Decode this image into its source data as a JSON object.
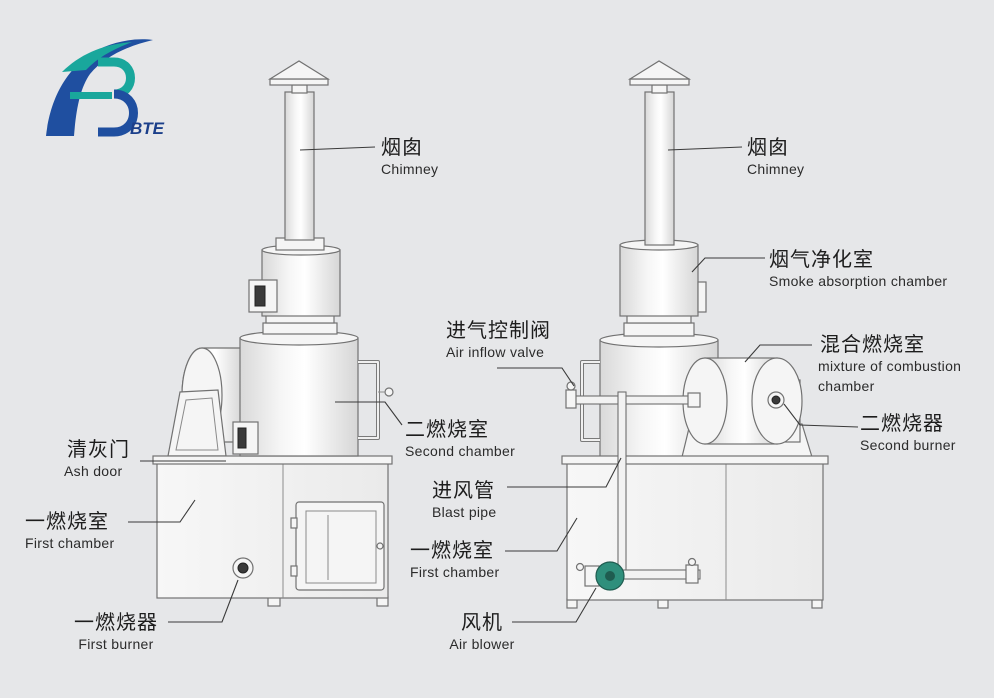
{
  "logo": {
    "text": "BTE"
  },
  "left_unit": {
    "chimney": {
      "zh": "烟囱",
      "en": "Chimney"
    },
    "second_chamber": {
      "zh": "二燃烧室",
      "en": "Second chamber"
    },
    "ash_door": {
      "zh": "清灰门",
      "en": "Ash door"
    },
    "first_chamber": {
      "zh": "一燃烧室",
      "en": "First chamber"
    },
    "first_burner": {
      "zh": "一燃烧器",
      "en": "First burner"
    }
  },
  "right_unit": {
    "chimney": {
      "zh": "烟囱",
      "en": "Chimney"
    },
    "smoke_absorption_chamber": {
      "zh": "烟气净化室",
      "en": "Smoke absorption chamber"
    },
    "air_inflow_valve": {
      "zh": "进气控制阀",
      "en": "Air inflow valve"
    },
    "mixture_chamber": {
      "zh": "混合燃烧室",
      "en_line1": "mixture of combustion",
      "en_line2": "chamber"
    },
    "second_burner": {
      "zh": "二燃烧器",
      "en": "Second burner"
    },
    "blast_pipe": {
      "zh": "进风管",
      "en": "Blast pipe"
    },
    "first_chamber": {
      "zh": "一燃烧室",
      "en": "First chamber"
    },
    "air_blower": {
      "zh": "风机",
      "en": "Air blower"
    }
  },
  "colors": {
    "background": "#e6e7e9",
    "logo_blue": "#1f4fa0",
    "logo_teal": "#19a79c",
    "blower_green": "#2f8f7c"
  }
}
